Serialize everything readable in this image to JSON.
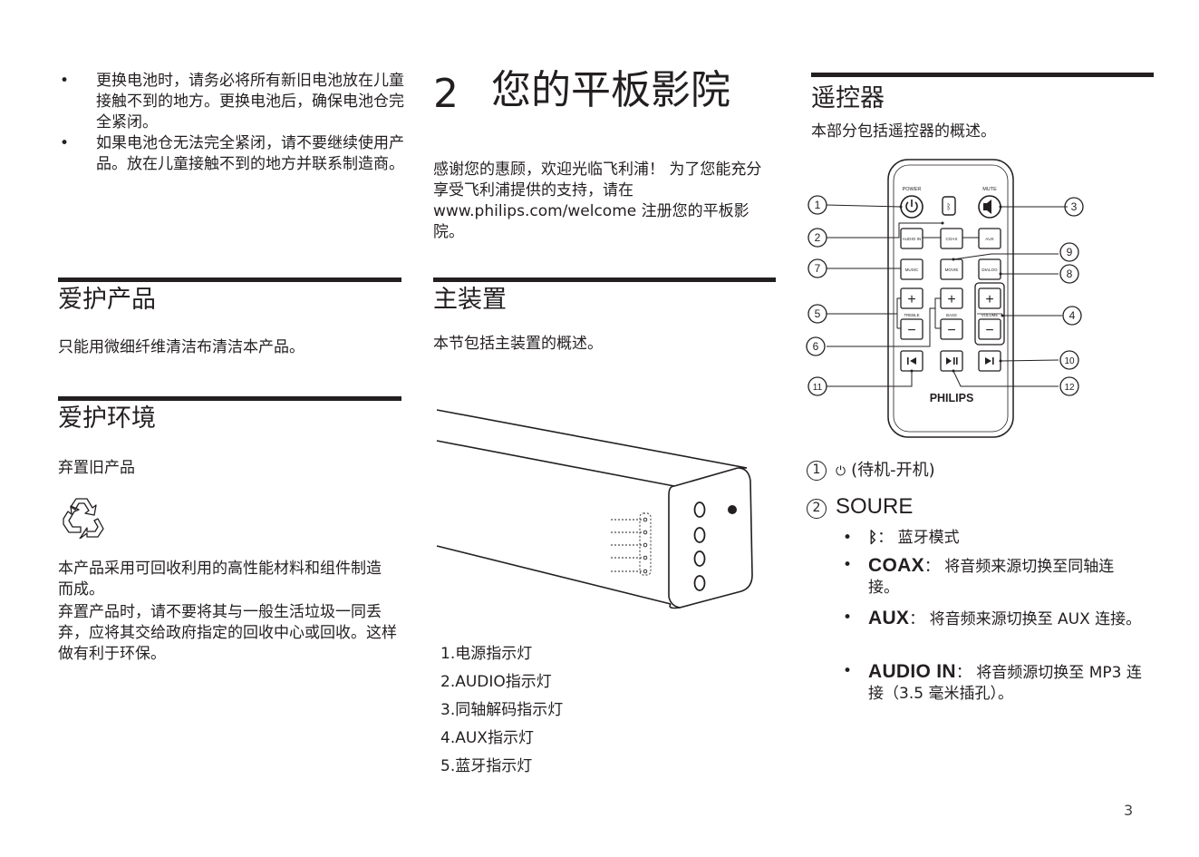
{
  "col1": {
    "bullets": [
      "更换电池时，请务必将所有新旧电池放在儿童接触不到的地方。更换电池后，确保电池仓完全紧闭。",
      "如果电池仓无法完全紧闭，请不要继续使用产品。放在儿童接触不到的地方并联系制造商。"
    ],
    "care_product": {
      "heading": "爱护产品",
      "text": "只能用微细纤维清洁布清洁本产品。"
    },
    "care_env": {
      "heading": "爱护环境",
      "subheading": "弃置旧产品",
      "recycle_icon": "recycle-icon",
      "para1": "本产品采用可回收利用的高性能材料和组件制造而成。",
      "para2": "弃置产品时，请不要将其与一般生活垃圾一同丢弃，应将其交给政府指定的回收中心或回收。这样做有利于环保。"
    }
  },
  "col2": {
    "chapter_number": "2",
    "chapter_title": "您的平板影院",
    "intro": "感谢您的惠顾，欢迎光临飞利浦！ 为了您能充分享受飞利浦提供的支持，请在 www.philips.com/welcome 注册您的平板影院。",
    "main_unit": {
      "heading": "主装置",
      "text": "本节包括主装置的概述。"
    },
    "indicators": [
      "1.电源指示灯",
      "2.AUDIO指示灯",
      "3.同轴解码指示灯",
      "4.AUX指示灯",
      "5.蓝牙指示灯"
    ]
  },
  "col3": {
    "heading": "遥控器",
    "text": "本部分包括遥控器的概述。",
    "remote": {
      "power_label": "POWER",
      "mute_label": "MUTE",
      "buttons": [
        "AUDIO IN",
        "COAX",
        "AUX",
        "MUSIC",
        "MOVIE",
        "DIALOG"
      ],
      "treble_label": "TREBLE",
      "bass_label": "BASS",
      "volume_label": "VOLUME",
      "plus": "+",
      "minus": "−",
      "brand": "PHILIPS",
      "callouts": [
        "1",
        "2",
        "3",
        "4",
        "5",
        "6",
        "7",
        "8",
        "9",
        "10",
        "11",
        "12"
      ]
    },
    "item1": {
      "num": "1",
      "icon": "power-icon",
      "text": "(待机-开机)"
    },
    "item2": {
      "num": "2",
      "text": "SOURE"
    },
    "sub_items": [
      {
        "icon": "bluetooth-icon",
        "key": "",
        "text": "： 蓝牙模式"
      },
      {
        "key": "COAX",
        "text": "： 将音频来源切换至同轴连接。"
      },
      {
        "key": "AUX",
        "text": "： 将音频来源切换至 AUX 连接。"
      },
      {
        "key": "AUDIO IN",
        "text": "： 将音频源切换至 MP3 连接（3.5 毫米插孔）。"
      }
    ]
  },
  "page_number": "3"
}
